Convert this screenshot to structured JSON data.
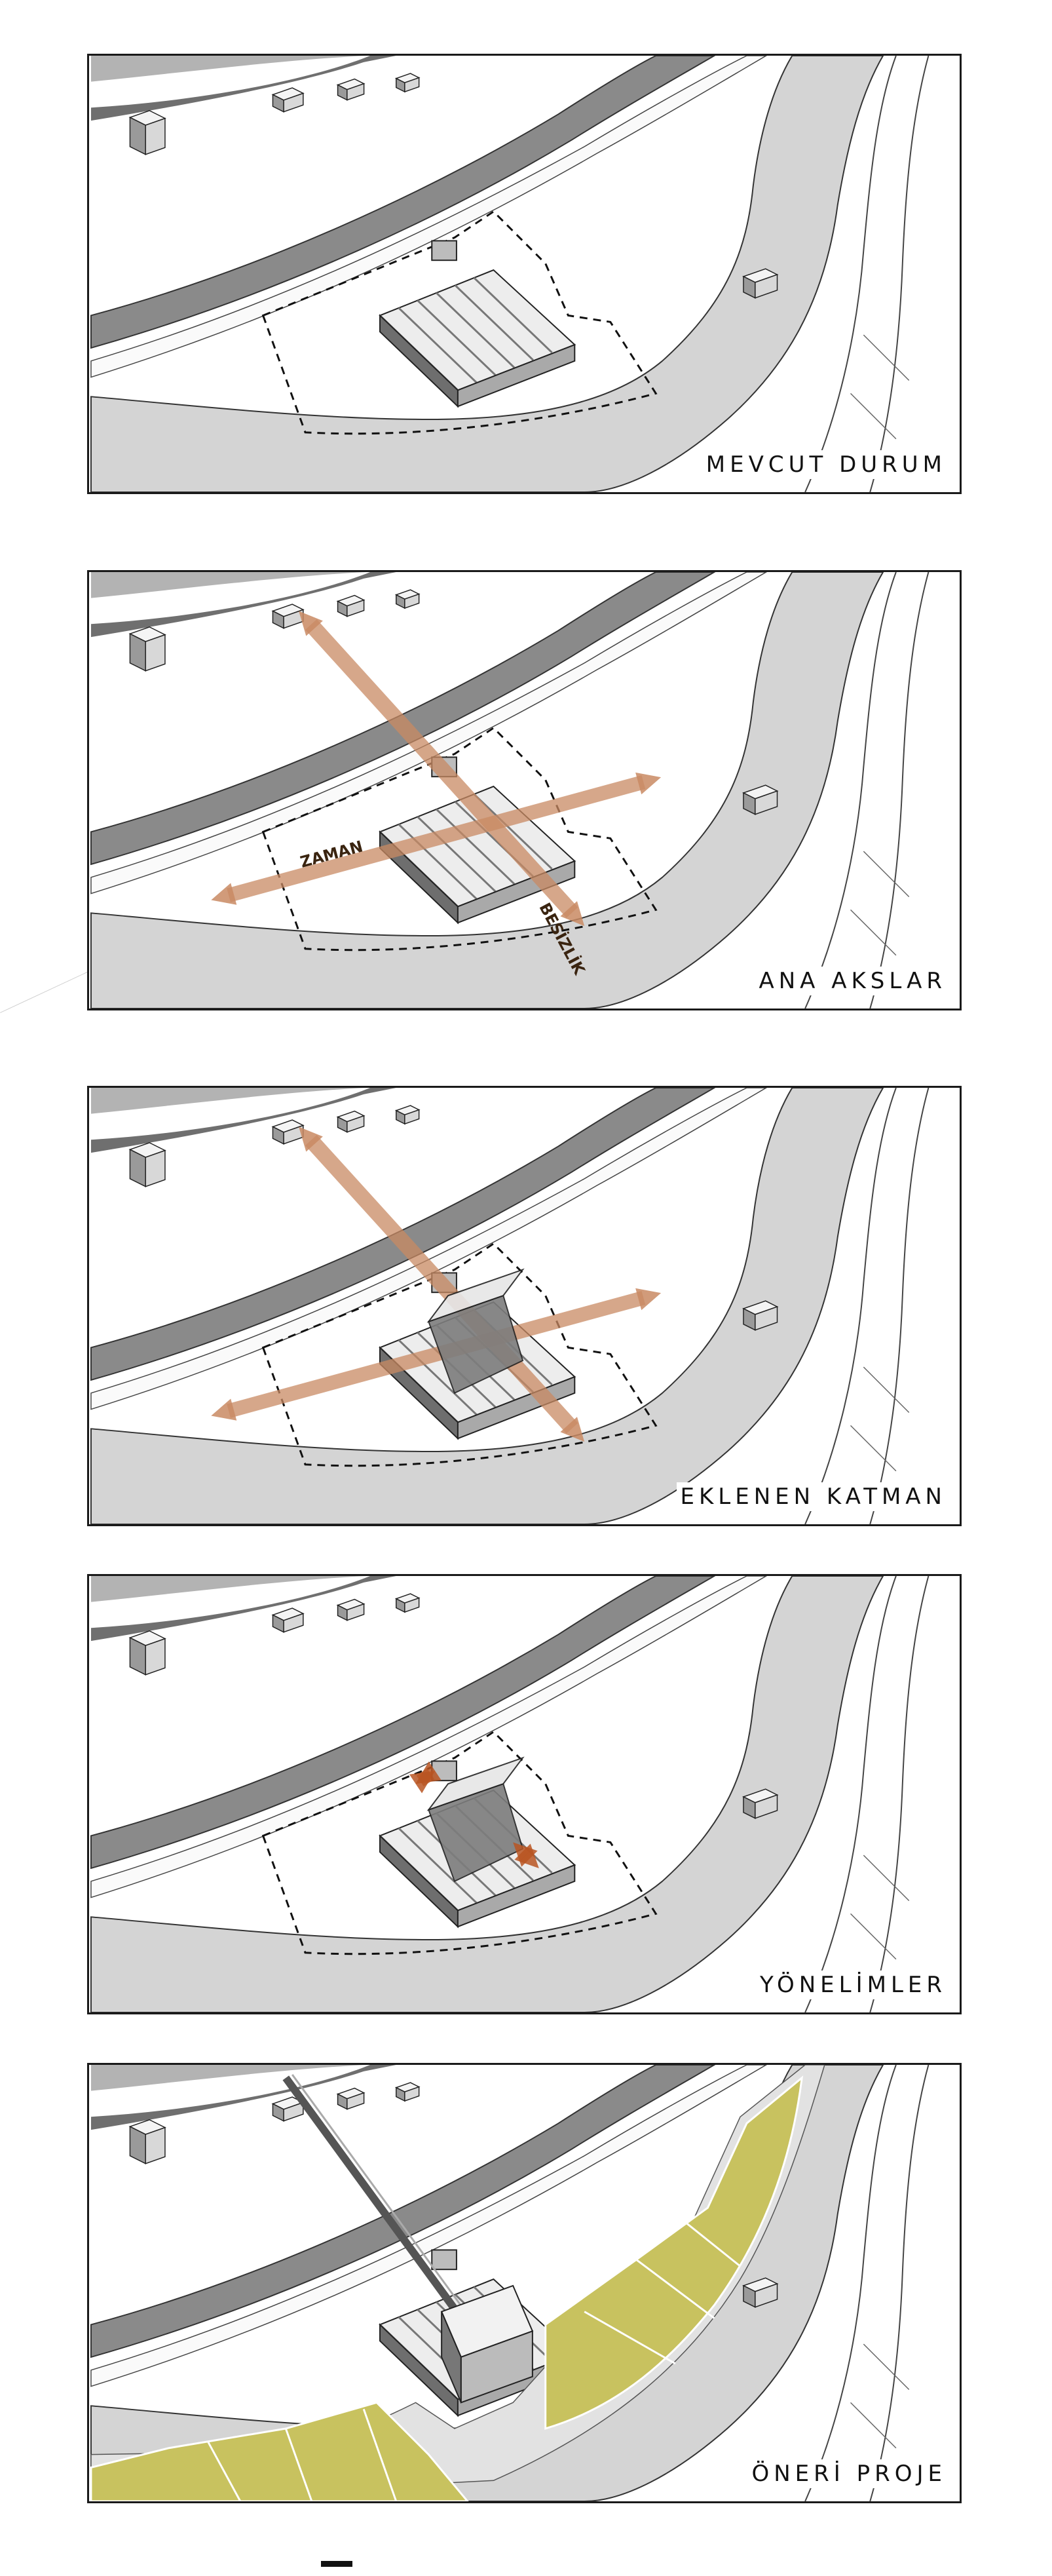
{
  "panels": [
    {
      "id": "p1",
      "caption": "MEVCUT DURUM",
      "mode": "existing"
    },
    {
      "id": "p2",
      "caption": "ANA AKSLAR",
      "mode": "axes",
      "axis_labels": [
        "ZAMAN",
        "BESİZLİK"
      ]
    },
    {
      "id": "p3",
      "caption": "EKLENEN KATMAN",
      "mode": "layer"
    },
    {
      "id": "p4",
      "caption": "YÖNELİMLER",
      "mode": "directions"
    },
    {
      "id": "p5",
      "caption": "ÖNERİ PROJE",
      "mode": "proposal"
    }
  ],
  "colors": {
    "river": "#d4d4d4",
    "road_dark": "#8a8a8a",
    "road_mid": "#b3b3b3",
    "axis_arrow": "#c98a63",
    "direction_arrow": "#b85522",
    "green": "#c8c25f",
    "plaza": "#e2e2e2",
    "building_light": "#ededed",
    "building_dark": "#555555"
  },
  "icons": [
    "buildings",
    "site-boundary",
    "axis-arrows",
    "direction-arrows",
    "bridge"
  ]
}
